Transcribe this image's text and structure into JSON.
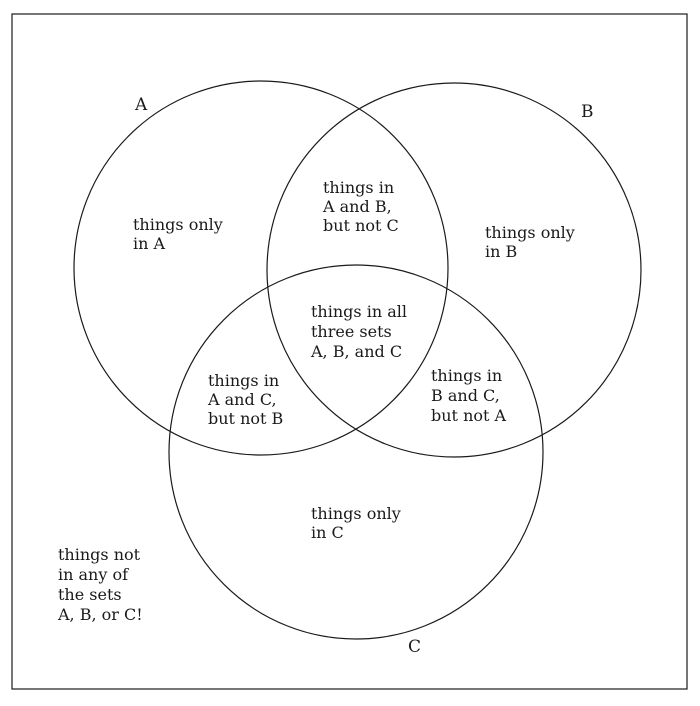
{
  "diagram": {
    "type": "venn-3",
    "stroke_color": "#1a1a1a",
    "background": "#ffffff",
    "sets": [
      {
        "id": "A",
        "label": "A"
      },
      {
        "id": "B",
        "label": "B"
      },
      {
        "id": "C",
        "label": "C"
      }
    ],
    "regions": {
      "only_a": [
        "things only",
        "in A"
      ],
      "only_b": [
        "things only",
        "in B"
      ],
      "only_c": [
        "things only",
        "in C"
      ],
      "a_and_b": [
        "things in",
        "A and B,",
        "but not C"
      ],
      "a_and_c": [
        "things in",
        "A and C,",
        "but not B"
      ],
      "b_and_c": [
        "things in",
        "B and C,",
        "but not A"
      ],
      "all_three": [
        "things in all",
        "three sets",
        "A, B, and C"
      ],
      "outside": [
        "things not",
        "in any of",
        "the sets",
        "A, B, or C!"
      ]
    }
  }
}
